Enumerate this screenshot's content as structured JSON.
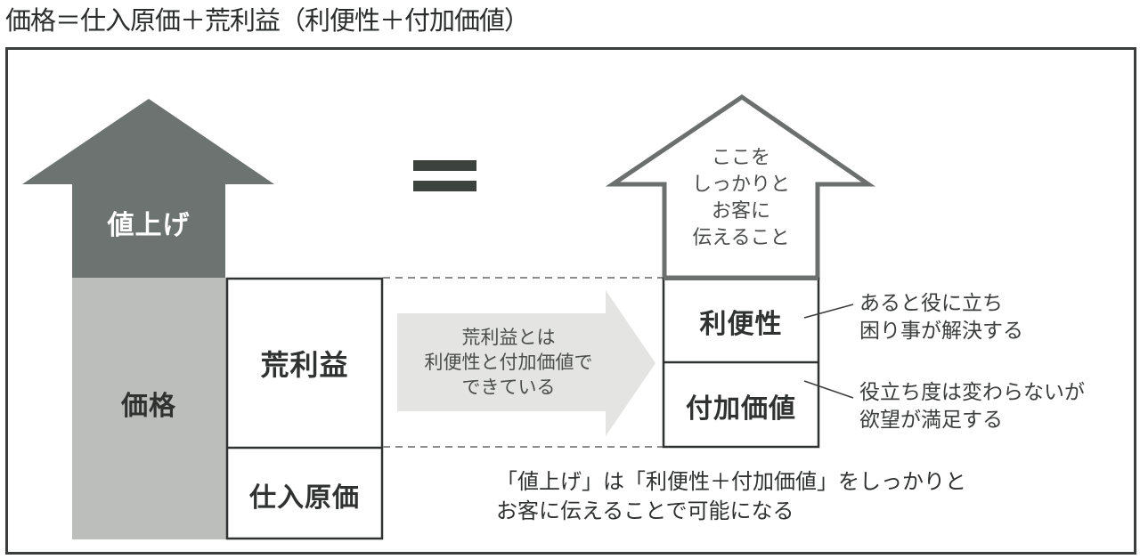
{
  "title": "価格＝仕入原価＋荒利益（利便性＋付加価値）",
  "colors": {
    "dark_arrow": "#6d7370",
    "light_arrow": "#bcbebc",
    "flow_arrow": "#e4e5e3",
    "outline": "#6b6f6d",
    "border": "#2f3231"
  },
  "left": {
    "arrow_label": "値上げ",
    "price_label": "価格",
    "stack": [
      {
        "label": "荒利益"
      },
      {
        "label": "仕入原価"
      }
    ]
  },
  "equals_symbol": "=",
  "flow_arrow": {
    "lines": [
      "荒利益とは",
      "利便性と付加価値で",
      "できている"
    ]
  },
  "right": {
    "outline_arrow_lines": [
      "ここを",
      "しっかりと",
      "お客に",
      "伝えること"
    ],
    "stack": [
      {
        "label": "利便性",
        "note": [
          "あると役に立ち",
          "困り事が解決する"
        ]
      },
      {
        "label": "付加価値",
        "note": [
          "役立ち度は変わらないが",
          "欲望が満足する"
        ]
      }
    ]
  },
  "summary": {
    "lines": [
      "「値上げ」は「利便性＋付加価値」をしっかりと",
      "お客に伝えることで可能になる"
    ]
  }
}
